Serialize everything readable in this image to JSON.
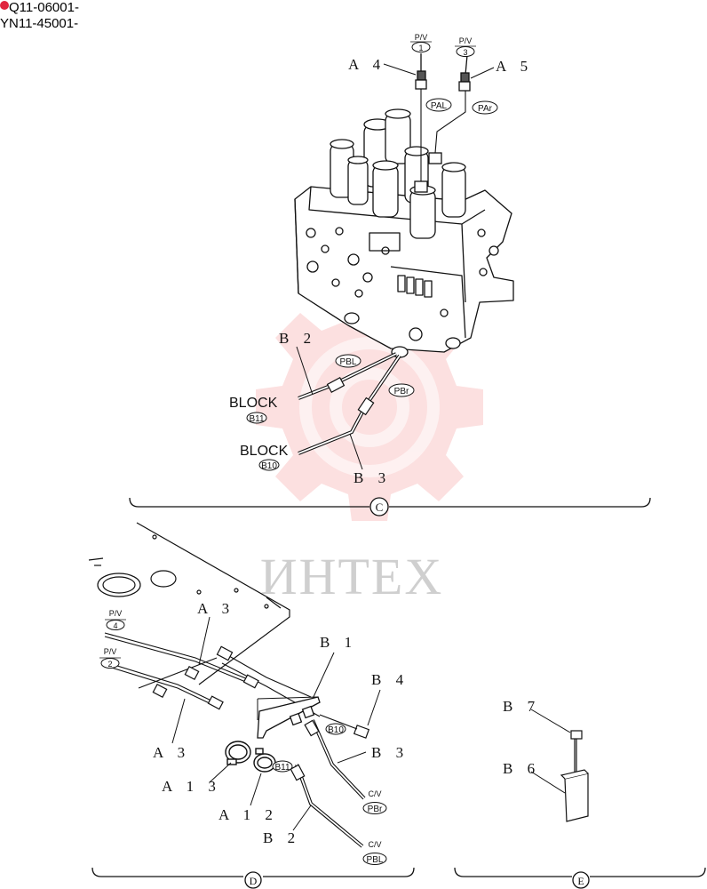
{
  "serials": [
    "Q11-06001-",
    "YN11-45001-"
  ],
  "watermark": "ИНТЕХ",
  "colors": {
    "line": "#111111",
    "watermark_gear": "#f07070",
    "serial_dot": "#e0263f"
  },
  "section_c": {
    "marker": "C",
    "ports": [
      {
        "top": "P/V",
        "num": "1",
        "oval": "PAL",
        "callout": "A 4"
      },
      {
        "top": "P/V",
        "num": "3",
        "oval": "PAr",
        "callout": "A 5"
      }
    ],
    "hose_b2": {
      "callout": "B 2",
      "oval": "PBL",
      "block_label": "BLOCK",
      "block_code": "B11"
    },
    "hose_b3": {
      "callout": "B 3",
      "oval": "PBr",
      "block_label": "BLOCK",
      "block_code": "B10"
    }
  },
  "section_d": {
    "marker": "D",
    "pv4": {
      "top": "P/V",
      "num": "4"
    },
    "pv2": {
      "top": "P/V",
      "num": "2"
    },
    "callouts": [
      "A 3",
      "A 3",
      "B 1",
      "B 4",
      "B 3",
      "A 1 3",
      "A 1 2",
      "B 2"
    ],
    "ovals": {
      "b10": "B10",
      "b11": "B11"
    },
    "cv_b3": {
      "top": "C/V",
      "oval": "PBr"
    },
    "cv_b2": {
      "top": "C/V",
      "oval": "PBL"
    }
  },
  "section_e": {
    "marker": "E",
    "callouts": [
      "B 7",
      "B 6"
    ]
  }
}
